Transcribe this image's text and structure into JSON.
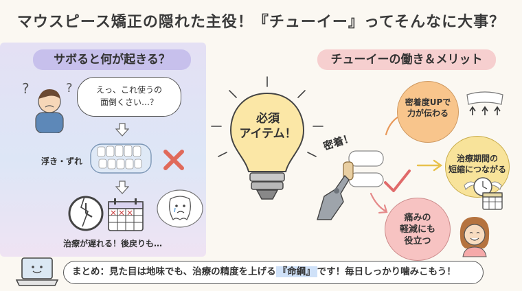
{
  "title": "マウスピース矯正の隠れた主役！『チューイー』ってそんなに大事？",
  "left_section": {
    "heading": "サボると何が起きる？",
    "speech": [
      "えっ、これ使うの",
      "面倒くさい…？"
    ],
    "float_label": "浮き・ずれ",
    "delay_label": "治療が遅れる！後戻りも…"
  },
  "center": {
    "bulb_text": [
      "必須",
      "アイテム！"
    ]
  },
  "right_section": {
    "heading": "チューイーの働き＆メリット",
    "mitchaku": "密着！",
    "benefits": [
      [
        "密着度UPで",
        "力が伝わる"
      ],
      [
        "治療期間の",
        "短縮につながる"
      ],
      [
        "痛みの",
        "軽減にも",
        "役立つ"
      ]
    ]
  },
  "summary": {
    "prefix": "まとめ：",
    "text_a": "見た目は地味でも、治療の精度を上げる",
    "highlight": "『命綱』",
    "text_b": "です！毎日しっかり噛みこもう！"
  },
  "colors": {
    "left_heading_bg": "#c7c0ec",
    "right_heading_bg": "#f6cfcf",
    "benefit1": "#f8c58c",
    "benefit2": "#f8e39a",
    "benefit3": "#f7c3c2",
    "cross": "#e06a5a",
    "check": "#e06a6a"
  },
  "icons": [
    "question-mark-icon",
    "worried-person-icon",
    "aligner-icon",
    "cross-icon",
    "broken-clock-icon",
    "calendar-icon",
    "crying-tooth-icon",
    "light-bulb-icon",
    "robot-hand-icon",
    "check-icon",
    "arrow-icon",
    "winged-clock-icon",
    "smiling-woman-icon",
    "laptop-icon"
  ]
}
